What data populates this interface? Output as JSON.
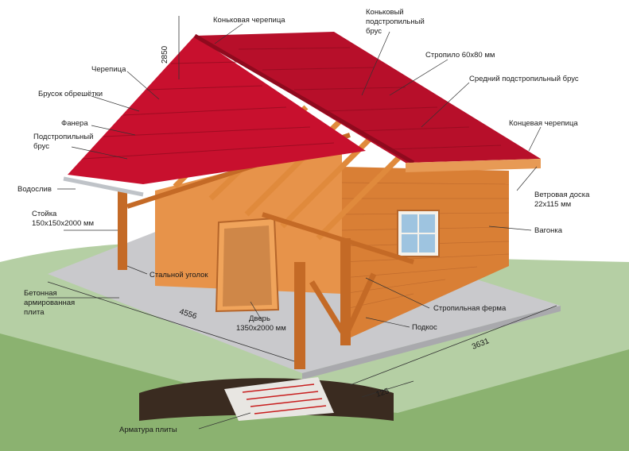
{
  "labels": {
    "ridge_tile": "Коньковая черепица",
    "ridge_purlin_1": "Коньковый",
    "ridge_purlin_2": "подстропильный",
    "ridge_purlin_3": "брус",
    "rafter": "Стропило 60х80 мм",
    "mid_purlin": "Средний подстропильный брус",
    "tile": "Черепица",
    "batten": "Брусок обрешётки",
    "plywood": "Фанера",
    "purlin_1": "Подстропильный",
    "purlin_2": "брус",
    "end_tile": "Концевая черепица",
    "drip": "Водослив",
    "post_1": "Стойка",
    "post_2": "150х150х2000 мм",
    "wind_board_1": "Ветровая доска",
    "wind_board_2": "22х115 мм",
    "lining": "Вагонка",
    "steel_angle": "Стальной уголок",
    "slab_1": "Бетонная",
    "slab_2": "армированная",
    "slab_3": "плита",
    "door_1": "Дверь",
    "door_2": "1350х2000 мм",
    "truss": "Стропильная ферма",
    "strut": "Подкос",
    "rebar": "Арматура плиты"
  },
  "dimensions": {
    "height": "2850",
    "width": "4556",
    "length": "3631",
    "depth": "125"
  },
  "colors": {
    "roof": "#c8102e",
    "roof_dark": "#8f0a1e",
    "wood": "#e7934a",
    "wood_dark": "#c46a26",
    "slab": "#c9c9cc",
    "ground": "#6f9e4f",
    "soil": "#3a2b20"
  }
}
